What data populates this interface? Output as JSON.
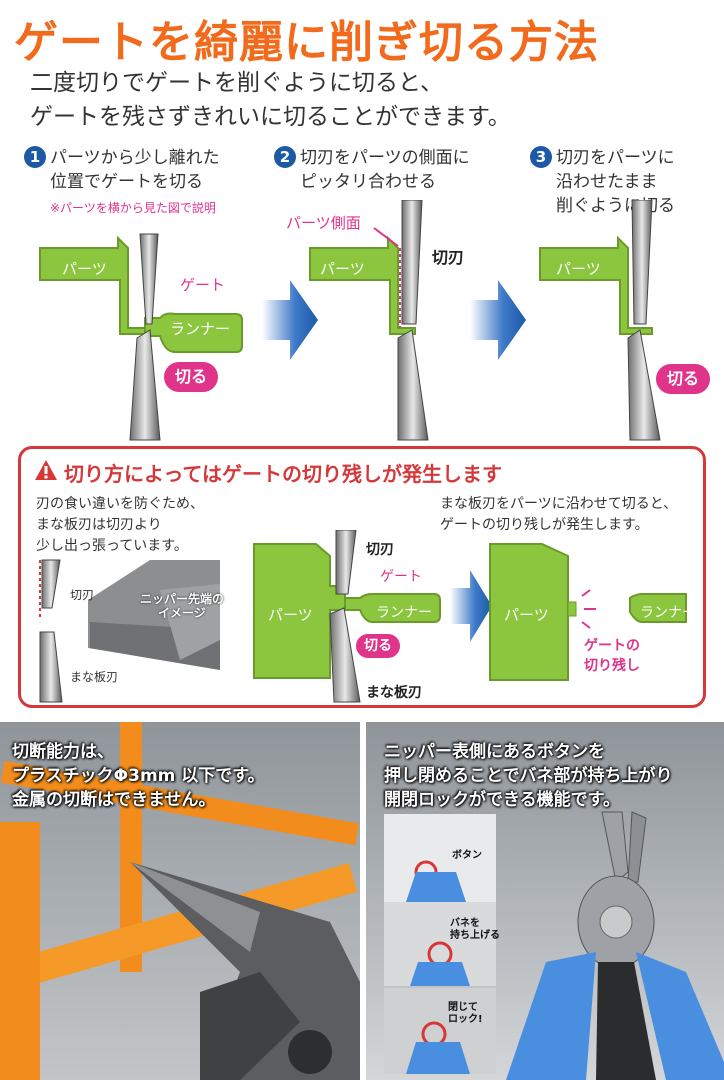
{
  "header": {
    "title": "ゲートを綺麗に削ぎ切る方法",
    "subtitle_lines": [
      "二度切りでゲートを削ぐように切ると、",
      "ゲートを残さずきれいに切ることができます。"
    ]
  },
  "steps": [
    {
      "num": "1",
      "lines": [
        "パーツから少し離れた",
        "位置でゲートを切る"
      ],
      "note": "※パーツを横から見た図で説明"
    },
    {
      "num": "2",
      "lines": [
        "切刃をパーツの側面に",
        "ピッタリ合わせる"
      ]
    },
    {
      "num": "3",
      "lines": [
        "切刃をパーツに",
        "沿わせたまま",
        "削ぐように切る"
      ]
    }
  ],
  "diagram_labels": {
    "part": "パーツ",
    "gate": "ゲート",
    "runner": "ランナー",
    "cut": "切る",
    "part_side": "パーツ側面",
    "cutting_blade": "切刃",
    "flat_blade": "まな板刃",
    "gate_leftover": [
      "ゲートの",
      "切り残し"
    ],
    "nipper_tip_image": [
      "ニッパー先端の",
      "イメージ"
    ]
  },
  "warning": {
    "title": "切り方によってはゲートの切り残しが発生します",
    "left_text": [
      "刃の食い違いを防ぐため、",
      "まな板刃は切刃より",
      "少し出っ張っています。"
    ],
    "right_text": [
      "まな板刃をパーツに沿わせて切ると、",
      "ゲートの切り残しが発生します。"
    ]
  },
  "photo_left": {
    "caption": [
      "切断能力は、",
      "プラスチックΦ3mm 以下です。",
      "金属の切断はできません。"
    ]
  },
  "photo_right": {
    "caption": [
      "ニッパー表側にあるボタンを",
      "押し閉めることでバネ部が持ち上がり",
      "開閉ロックができる機能です。"
    ],
    "insets": [
      {
        "label": "ボタン"
      },
      {
        "label": "バネを\n持ち上げる"
      },
      {
        "label": "閉じて\nロック!"
      }
    ]
  },
  "colors": {
    "title_orange": "#f26a1b",
    "part_green": "#8cc63f",
    "accent_pink": "#e0338a",
    "arrow_blue": "#1c5aa6",
    "warning_red": "#d6383a"
  }
}
